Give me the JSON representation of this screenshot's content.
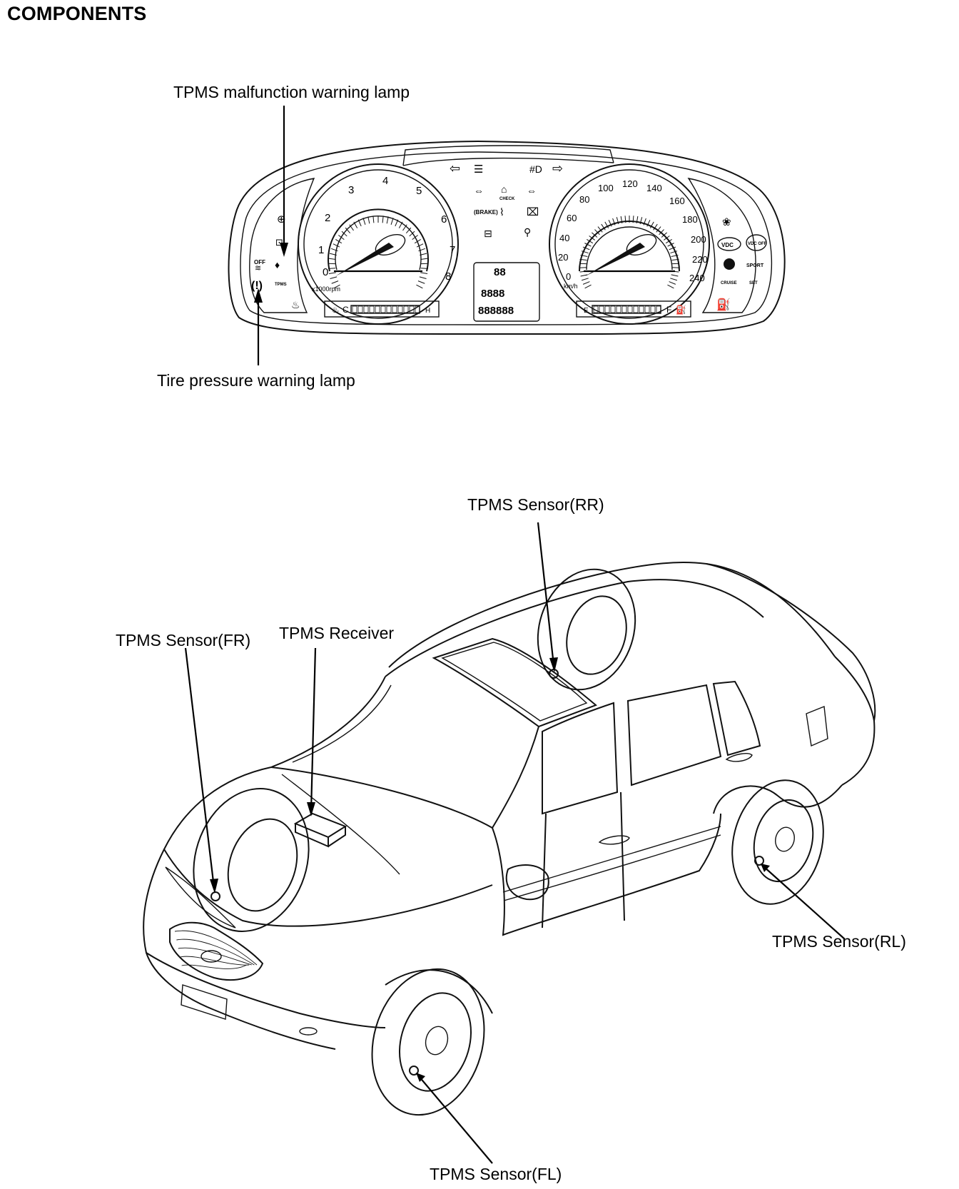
{
  "page": {
    "heading": "COMPONENTS"
  },
  "cluster": {
    "callouts": {
      "malfunction_lamp": "TPMS malfunction warning lamp",
      "pressure_lamp": "Tire pressure warning lamp"
    },
    "tachometer": {
      "ticks": [
        "0",
        "1",
        "2",
        "3",
        "4",
        "5",
        "6",
        "7",
        "8"
      ],
      "unit": "x1000rpm"
    },
    "speedometer": {
      "ticks": [
        "0",
        "20",
        "40",
        "60",
        "80",
        "100",
        "120",
        "140",
        "160",
        "180",
        "200",
        "220",
        "240"
      ],
      "unit": "km/h"
    },
    "temp_gauge": {
      "low": "C",
      "high": "H"
    },
    "fuel_gauge": {
      "low": "E",
      "high": "F"
    },
    "odometer": {
      "gear": "88",
      "trip": "8888",
      "total": "888888"
    },
    "lamp_labels": {
      "tpms": "TPMS",
      "vdc": "VDC",
      "vdc_off": "VDC OFF",
      "sport": "SPORT",
      "cruise": "CRUISE",
      "set": "SET",
      "check": "CHECK",
      "off": "OFF"
    }
  },
  "vehicle": {
    "callouts": {
      "sensor_rr": "TPMS Sensor(RR)",
      "sensor_fr": "TPMS Sensor(FR)",
      "receiver": "TPMS Receiver",
      "sensor_rl": "TPMS Sensor(RL)",
      "sensor_fl": "TPMS Sensor(FL)"
    }
  }
}
